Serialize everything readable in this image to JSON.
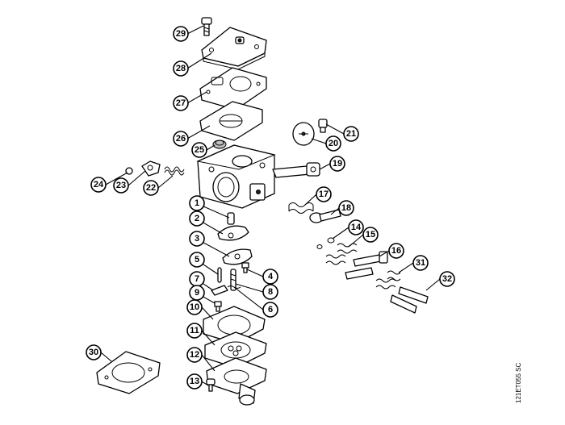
{
  "diagram": {
    "reference_code": "121ET055 SC",
    "callouts": [
      "1",
      "2",
      "3",
      "4",
      "5",
      "6",
      "7",
      "8",
      "9",
      "10",
      "11",
      "12",
      "13",
      "14",
      "15",
      "16",
      "17",
      "18",
      "19",
      "20",
      "21",
      "22",
      "23",
      "24",
      "25",
      "26",
      "27",
      "28",
      "29",
      "30",
      "31",
      "32"
    ]
  }
}
